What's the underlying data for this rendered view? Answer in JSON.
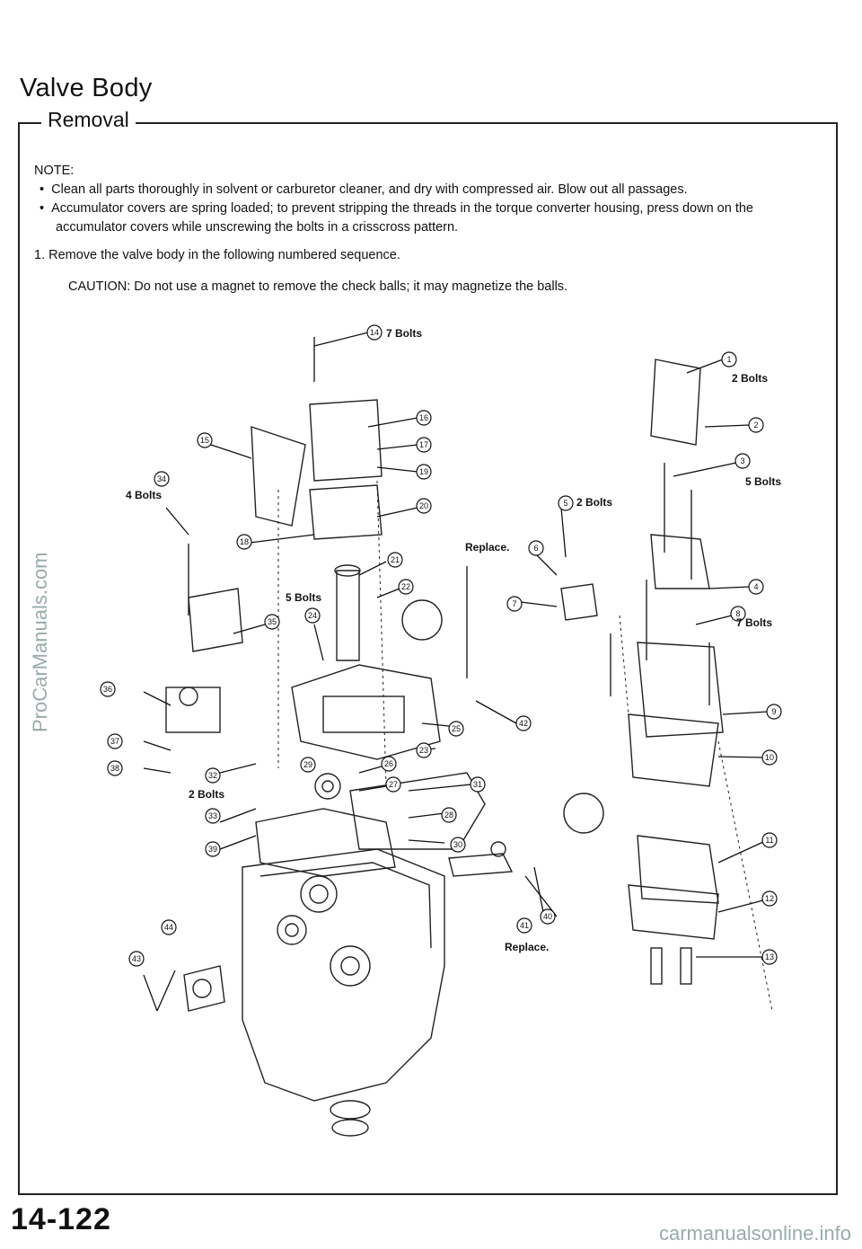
{
  "page": {
    "title": "Valve Body",
    "section": "Removal",
    "page_number": "14-122"
  },
  "notes": {
    "heading": "NOTE:",
    "bullets": [
      "Clean all parts thoroughly in solvent or carburetor cleaner, and dry with compressed air. Blow out all passages.",
      "Accumulator covers are spring loaded; to prevent stripping the threads in the torque converter housing, press down on the accumulator covers while unscrewing the bolts in a crisscross pattern."
    ],
    "step1": "1.    Remove the valve body in the following numbered sequence.",
    "caution": "CAUTION:   Do not use a magnet to remove the check balls; it may magnetize the balls."
  },
  "diagram": {
    "labels": {
      "bolts_7": "7 Bolts",
      "bolts_2": "2 Bolts",
      "bolts_5": "5 Bolts",
      "bolts_4": "4 Bolts",
      "replace": "Replace.",
      "replace_2": "Replace."
    },
    "callouts": [
      "1",
      "2",
      "3",
      "4",
      "5",
      "6",
      "7",
      "8",
      "9",
      "10",
      "11",
      "12",
      "13",
      "14",
      "15",
      "16",
      "17",
      "18",
      "19",
      "20",
      "21",
      "22",
      "23",
      "24",
      "25",
      "26",
      "27",
      "28",
      "29",
      "30",
      "31",
      "32",
      "33",
      "34",
      "35",
      "36",
      "37",
      "38",
      "39",
      "40",
      "41",
      "42",
      "43",
      "44"
    ]
  },
  "watermarks": {
    "side": "ProCarManuals.com",
    "bottom": "carmanualsonline.info"
  }
}
